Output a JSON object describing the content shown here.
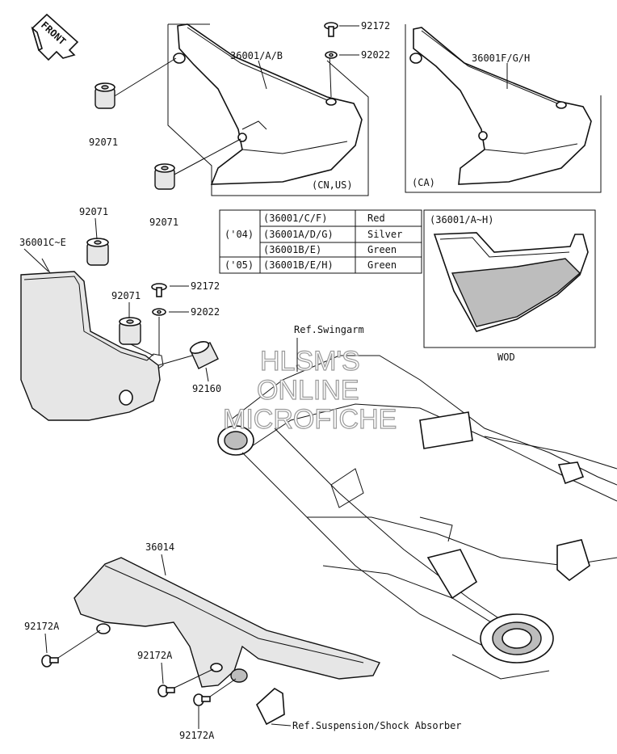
{
  "front_tag": "FRONT",
  "labels": {
    "p36001_ab": "36001/A/B",
    "p92172_top": "92172",
    "p92022_top": "92022",
    "p36001_fgh": "36001F/G/H",
    "p92071_a": "92071",
    "p92071_b": "92071",
    "p92071_c": "92071",
    "p92071_d": "92071",
    "p36001_ce": "36001C~E",
    "p92172_mid": "92172",
    "p92022_mid": "92022",
    "p92160": "92160",
    "cn_us": "(CN,US)",
    "ca": "(CA)",
    "wod_range": "(36001/A~H)",
    "wod": "WOD",
    "ref_swingarm": "Ref.Swingarm",
    "p36014": "36014",
    "p92172a_1": "92172A",
    "p92172a_2": "92172A",
    "p92172a_3": "92172A",
    "ref_suspension": "Ref.Suspension/Shock Absorber"
  },
  "color_table": {
    "rows": [
      {
        "year": "('04)",
        "part": "(36001/C/F)",
        "color": "Red"
      },
      {
        "year": "",
        "part": "(36001A/D/G)",
        "color": "Silver"
      },
      {
        "year": "",
        "part": "(36001B/E)",
        "color": "Green"
      },
      {
        "year": "('05)",
        "part": "(36001B/E/H)",
        "color": "Green"
      }
    ]
  },
  "watermark": {
    "line1": "HLSM'S",
    "line2": "ONLINE",
    "line3": "MICROFICHE"
  }
}
